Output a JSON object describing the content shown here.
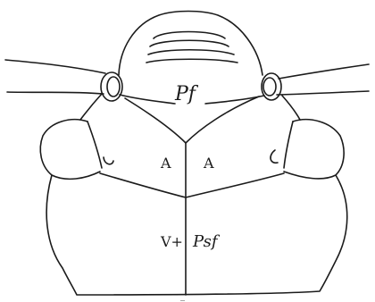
{
  "figure": {
    "labels": {
      "pf": "Pf",
      "a_left": "A",
      "a_right": "A",
      "v_plus": "V+",
      "psf": "Psf",
      "bottom_mark": "_"
    },
    "colors": {
      "ink": "#1b1b1b",
      "paper": "#ffffff"
    }
  }
}
